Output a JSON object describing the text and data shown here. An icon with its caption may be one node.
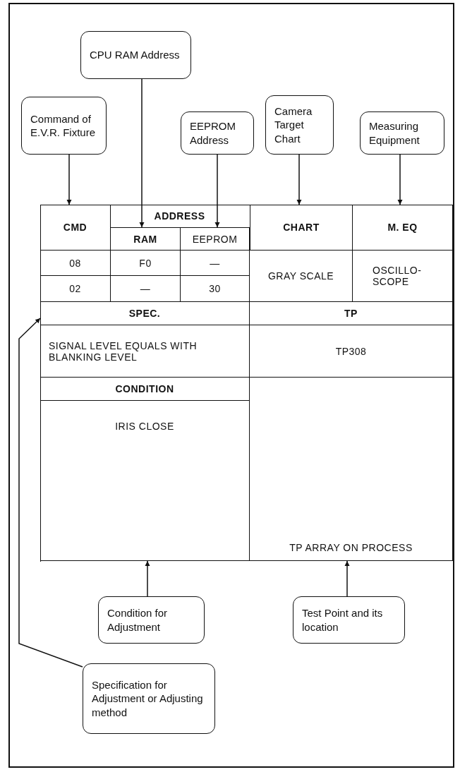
{
  "diagram": {
    "nodes": [
      {
        "text": [
          "CPU RAM Address"
        ]
      },
      {
        "text": [
          "Command of E.V.R. Fixture"
        ]
      },
      {
        "text": [
          "EEPROM Address"
        ]
      },
      {
        "text": [
          "Camera Target Chart"
        ]
      },
      {
        "text": [
          "Measuring Equipment"
        ]
      },
      {
        "text": [
          "CMD"
        ]
      },
      {
        "text": [
          "ADDRESS"
        ]
      },
      {
        "text": [
          "RAM"
        ]
      },
      {
        "text": [
          "EEPROM"
        ]
      },
      {
        "text": [
          "CHART"
        ]
      },
      {
        "text": [
          "M. EQ"
        ]
      },
      {
        "text": [
          "08"
        ]
      },
      {
        "text": [
          "F0"
        ]
      },
      {
        "text": [
          "—"
        ]
      },
      {
        "text": [
          "GRAY SCALE"
        ]
      },
      {
        "text": [
          "OSCILLO- SCOPE"
        ]
      },
      {
        "text": [
          "02"
        ]
      },
      {
        "text": [
          "—"
        ]
      },
      {
        "text": [
          "30"
        ]
      },
      {
        "text": [
          "SPEC."
        ]
      },
      {
        "text": [
          "TP"
        ]
      },
      {
        "text": [
          "SIGNAL LEVEL EQUALS WITH BLANKING LEVEL"
        ]
      },
      {
        "text": [
          "TP308"
        ]
      },
      {
        "text": [
          "CONDITION"
        ]
      },
      {
        "text": [
          "IRIS CLOSE"
        ]
      },
      {
        "text": [
          "TP ARRAY ON PROCESS"
        ]
      },
      {
        "text": [
          "Condition for Adjustment"
        ]
      },
      {
        "text": [
          "Test Point and its location"
        ]
      },
      {
        "text": [
          "Specification for Adjustment or Adjusting method"
        ]
      }
    ],
    "edges": [
      {
        "from": 1,
        "to": 5,
        "arrow": "to"
      },
      {
        "from": 0,
        "to": 7,
        "arrow": "to"
      },
      {
        "from": 2,
        "to": 8,
        "arrow": "to"
      },
      {
        "from": 3,
        "to": 9,
        "arrow": "to"
      },
      {
        "from": 4,
        "to": 10,
        "arrow": "to"
      },
      {
        "from": 26,
        "to": 24,
        "arrow": "to"
      },
      {
        "from": 27,
        "to": 25,
        "arrow": "to"
      },
      {
        "from": 28,
        "to": 19,
        "arrow": "to"
      }
    ]
  }
}
